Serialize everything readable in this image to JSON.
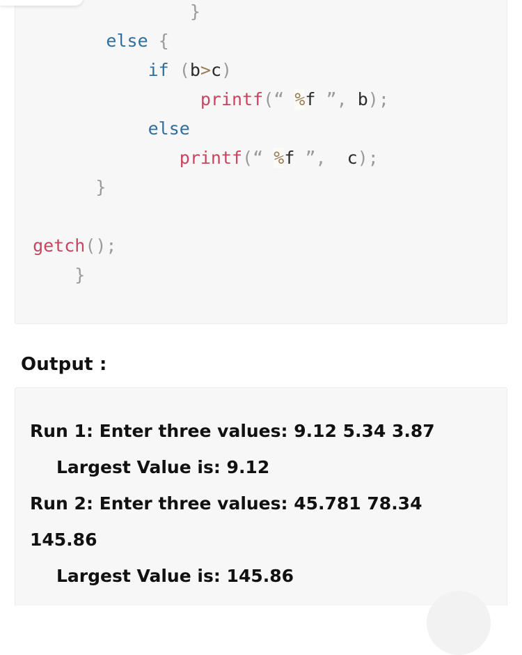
{
  "code_block": {
    "language": "c",
    "lines": [
      [
        {
          "t": "                ",
          "c": "plain"
        },
        {
          "t": "}",
          "c": "punc"
        }
      ],
      [
        {
          "t": "        ",
          "c": "plain"
        },
        {
          "t": "else",
          "c": "kw"
        },
        {
          "t": " ",
          "c": "plain"
        },
        {
          "t": "{",
          "c": "punc"
        }
      ],
      [
        {
          "t": "            ",
          "c": "plain"
        },
        {
          "t": "if",
          "c": "kw"
        },
        {
          "t": " ",
          "c": "plain"
        },
        {
          "t": "(",
          "c": "punc"
        },
        {
          "t": "b",
          "c": "plain"
        },
        {
          "t": ">",
          "c": "op"
        },
        {
          "t": "c",
          "c": "plain"
        },
        {
          "t": ")",
          "c": "punc"
        }
      ],
      [
        {
          "t": "                 ",
          "c": "plain"
        },
        {
          "t": "printf",
          "c": "fn"
        },
        {
          "t": "(",
          "c": "punc"
        },
        {
          "t": "“ ",
          "c": "str"
        },
        {
          "t": "%",
          "c": "pct"
        },
        {
          "t": "f",
          "c": "plain"
        },
        {
          "t": " ”",
          "c": "str"
        },
        {
          "t": ",",
          "c": "punc"
        },
        {
          "t": " ",
          "c": "plain"
        },
        {
          "t": "b",
          "c": "plain"
        },
        {
          "t": ");",
          "c": "punc"
        }
      ],
      [
        {
          "t": "            ",
          "c": "plain"
        },
        {
          "t": "else",
          "c": "kw"
        }
      ],
      [
        {
          "t": "               ",
          "c": "plain"
        },
        {
          "t": "printf",
          "c": "fn"
        },
        {
          "t": "(",
          "c": "punc"
        },
        {
          "t": "“ ",
          "c": "str"
        },
        {
          "t": "%",
          "c": "pct"
        },
        {
          "t": "f",
          "c": "plain"
        },
        {
          "t": " ”",
          "c": "str"
        },
        {
          "t": ",",
          "c": "punc"
        },
        {
          "t": "  ",
          "c": "plain"
        },
        {
          "t": "c",
          "c": "plain"
        },
        {
          "t": ");",
          "c": "punc"
        }
      ],
      [
        {
          "t": "       ",
          "c": "plain"
        },
        {
          "t": "}",
          "c": "punc"
        }
      ],
      [],
      [
        {
          "t": " ",
          "c": "plain"
        },
        {
          "t": "getch",
          "c": "fn"
        },
        {
          "t": "();",
          "c": "punc"
        }
      ],
      [
        {
          "t": "     ",
          "c": "plain"
        },
        {
          "t": "}",
          "c": "punc"
        }
      ]
    ]
  },
  "output_section": {
    "heading": "Output :",
    "lines": [
      {
        "text": "Run 1: Enter three values: 9.12 5.34 3.87",
        "indent": false
      },
      {
        "text": "Largest Value is: 9.12",
        "indent": true
      },
      {
        "text": "Run 2: Enter three values: 45.781 78.34 145.86",
        "indent": false
      },
      {
        "text": "Largest Value is: 145.86",
        "indent": true
      }
    ]
  },
  "colors": {
    "page_background": "#ffffff",
    "block_background": "#f7f7f7",
    "block_border": "#ececec",
    "keyword": "#2e6f9e",
    "function": "#c7455f",
    "punctuation": "#9a9a9a",
    "operator": "#9b7b54",
    "text": "#111111"
  }
}
